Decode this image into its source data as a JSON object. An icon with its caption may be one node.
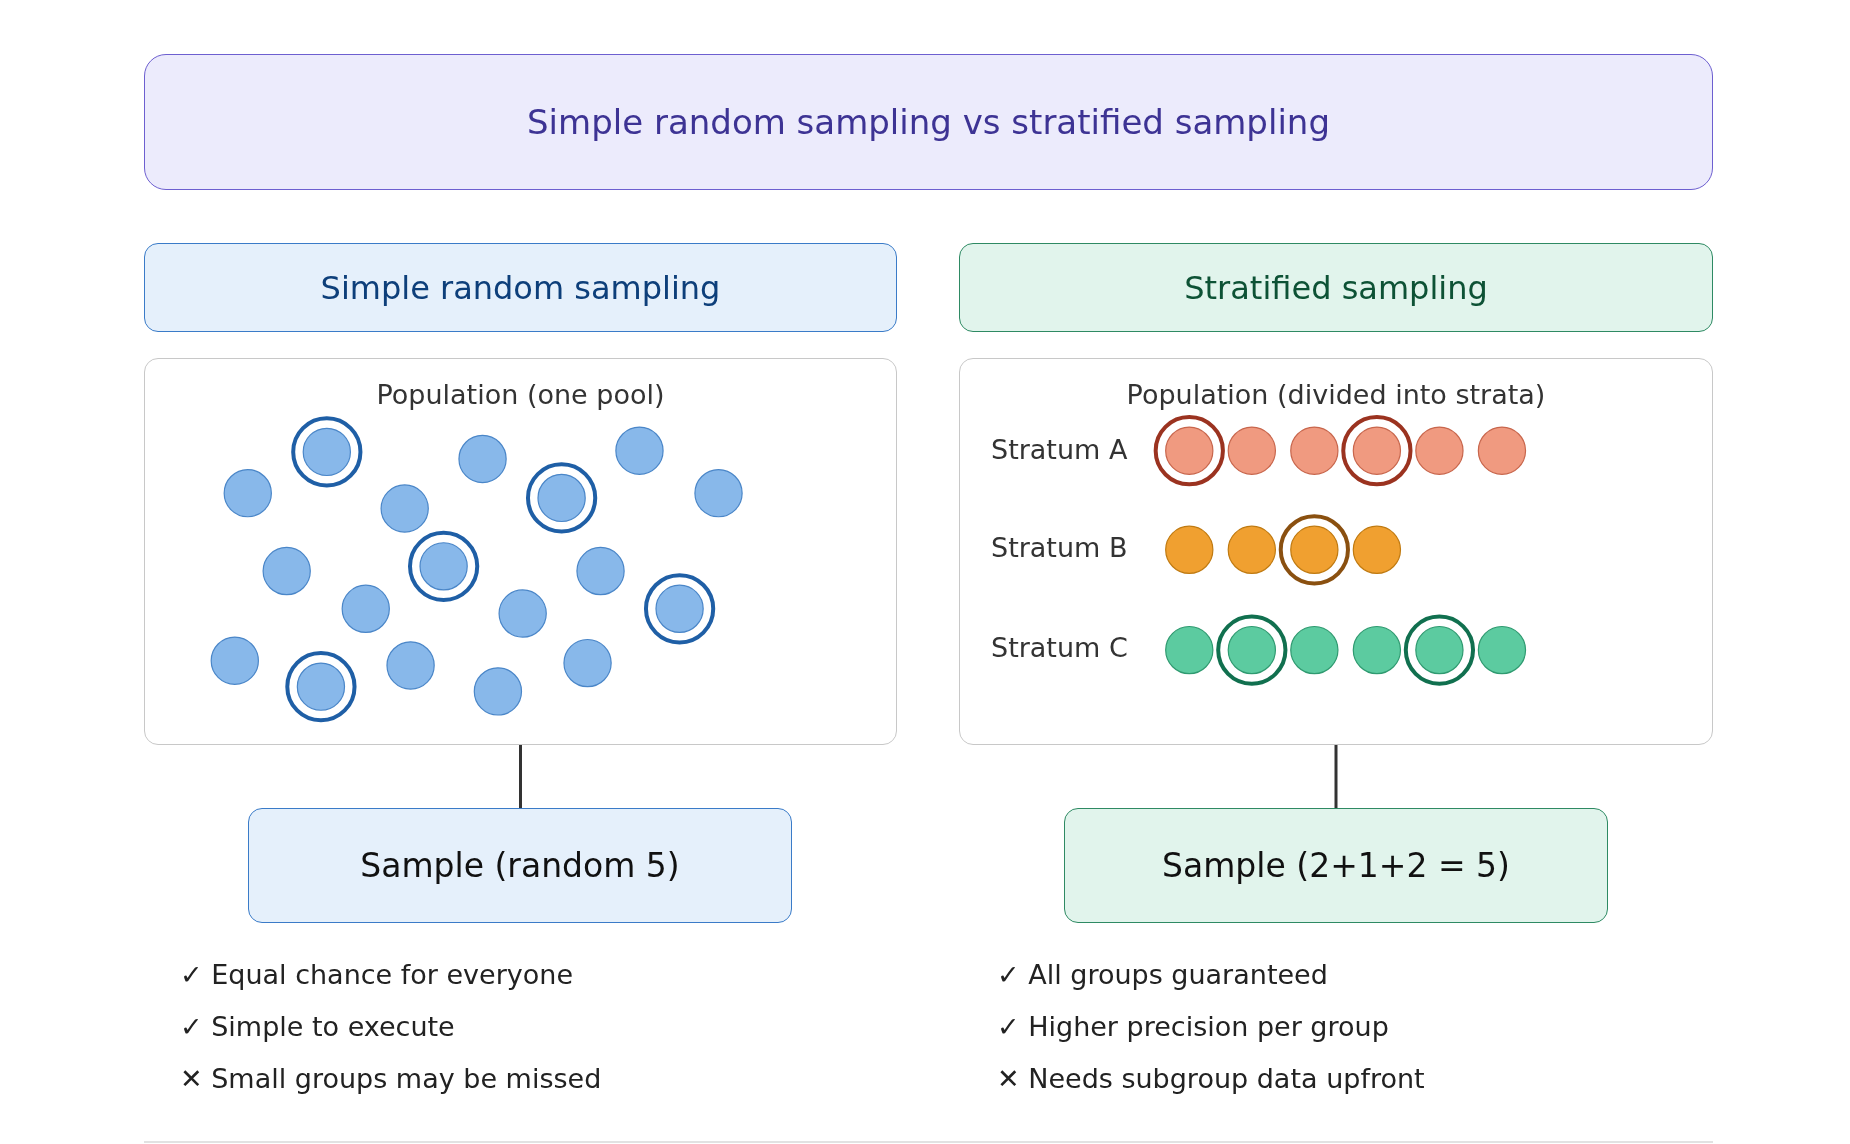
{
  "diagram": {
    "title": "Simple random sampling vs stratified sampling",
    "nodes": [
      {
        "text": [
          "Simple random sampling"
        ]
      },
      {
        "text": [
          "Stratified sampling"
        ]
      },
      {
        "text": [
          "Population (one pool)"
        ]
      },
      {
        "text": [
          "Population (divided into strata)"
        ]
      },
      {
        "text": [
          "Sample (random 5)"
        ]
      },
      {
        "text": [
          "Sample (2+1+2 = 5)"
        ]
      }
    ],
    "edges": [
      {
        "from": 2,
        "to": 4,
        "arrow": "none"
      },
      {
        "from": 3,
        "to": 5,
        "arrow": "none"
      }
    ],
    "labels": [
      "Stratum A",
      "Stratum B",
      "Stratum C",
      "✓ Equal chance for everyone",
      "✓ Simple to execute",
      "✕ Small groups may be missed",
      "✓ All groups guaranteed",
      "✓ Higher precision per group",
      "✕ Needs subgroup data upfront"
    ]
  }
}
